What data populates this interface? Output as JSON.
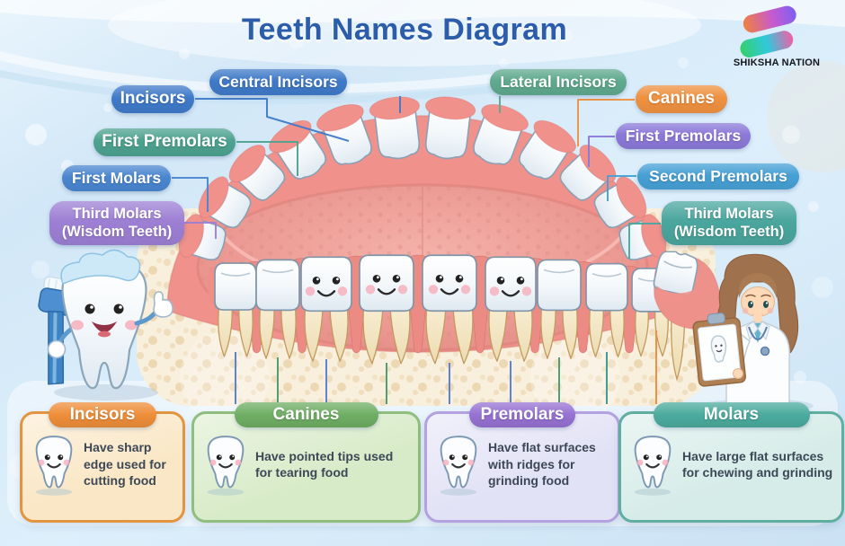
{
  "title": "Teeth Names Diagram",
  "brand": {
    "name": "SHIKSHA NATION"
  },
  "upper_labels": {
    "left": [
      {
        "text": "Incisors",
        "color": "#3f7ac8"
      },
      {
        "text": "Central Incisors",
        "color": "#3f7ac8"
      },
      {
        "text": "First Premolars",
        "color": "#4da28f"
      },
      {
        "text": "First Molars",
        "color": "#4a86cf"
      },
      {
        "text": "Third Molars (Wisdom Teeth)",
        "color": "#9d7fd4"
      }
    ],
    "right": [
      {
        "text": "Lateral Incisors",
        "color": "#5fa98e"
      },
      {
        "text": "Canines",
        "color": "#ef9140"
      },
      {
        "text": "First Premolars",
        "color": "#8b79d8"
      },
      {
        "text": "Second Premolars",
        "color": "#47a0d5"
      },
      {
        "text": "Third Molars (Wisdom Teeth)",
        "color": "#4aa69e"
      }
    ]
  },
  "cards": [
    {
      "name": "Incisors",
      "desc": "Have sharp edge used for cutting food",
      "accent": "#ee8e3a",
      "bg": "#fae7c5",
      "border": "#e39440"
    },
    {
      "name": "Canines",
      "desc": "Have pointed tips used for tearing food",
      "accent": "#6fae64",
      "bg": "#d8ebc8",
      "border": "#8fbe7f"
    },
    {
      "name": "Premolars",
      "desc": "Have flat surfaces with ridges for grinding food",
      "accent": "#9672d2",
      "bg": "#e2e2f6",
      "border": "#b4a2e0"
    },
    {
      "name": "Molars",
      "desc": "Have large flat surfaces for chewing and grinding",
      "accent": "#4bab9e",
      "bg": "#d6ece8",
      "border": "#5fae9f"
    }
  ]
}
